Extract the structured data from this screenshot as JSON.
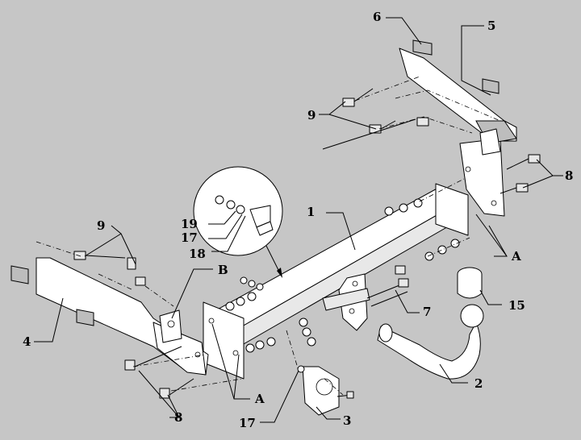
{
  "callouts": [
    {
      "id": "c1",
      "text": "1"
    },
    {
      "id": "c2",
      "text": "2"
    },
    {
      "id": "c3",
      "text": "3"
    },
    {
      "id": "c4",
      "text": "4"
    },
    {
      "id": "c5",
      "text": "5"
    },
    {
      "id": "c6",
      "text": "6"
    },
    {
      "id": "c7",
      "text": "7"
    },
    {
      "id": "c8a",
      "text": "8"
    },
    {
      "id": "c8b",
      "text": "8"
    },
    {
      "id": "c9a",
      "text": "9"
    },
    {
      "id": "c9b",
      "text": "9"
    },
    {
      "id": "c15",
      "text": "15"
    },
    {
      "id": "c17a",
      "text": "17"
    },
    {
      "id": "c17b",
      "text": "17"
    },
    {
      "id": "c18",
      "text": "18"
    },
    {
      "id": "c19",
      "text": "19"
    },
    {
      "id": "cAa",
      "text": "A"
    },
    {
      "id": "cAb",
      "text": "A"
    },
    {
      "id": "cB",
      "text": "B"
    }
  ]
}
